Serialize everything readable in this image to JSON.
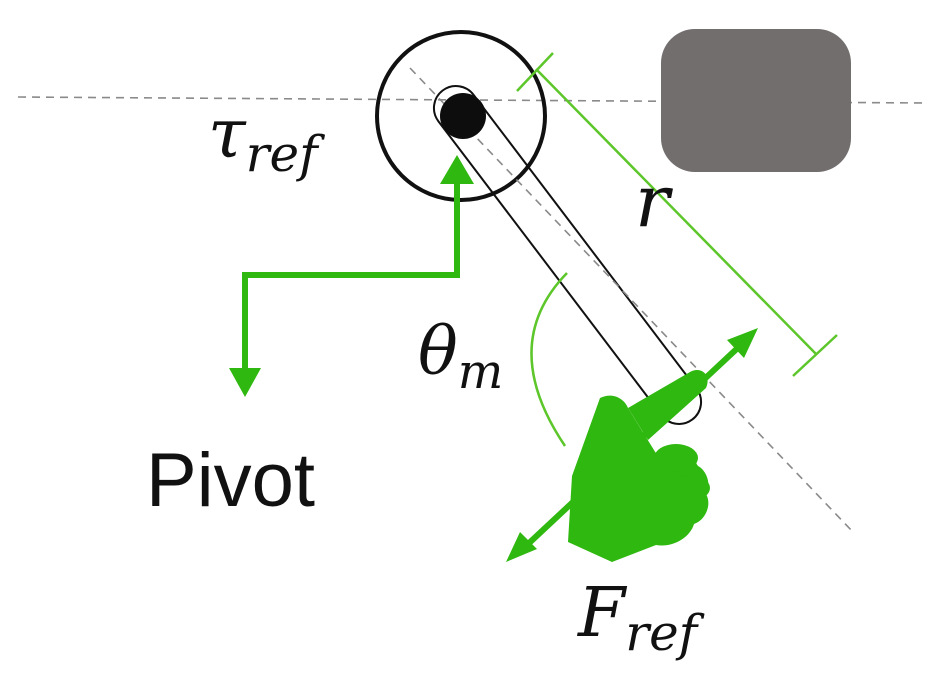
{
  "labels": {
    "torque": {
      "main": "τ",
      "sub": "ref"
    },
    "radius": {
      "main": "r"
    },
    "angle": {
      "main": "θ",
      "sub": "m"
    },
    "pivot": "Pivot",
    "force": {
      "main": "F",
      "sub": "ref"
    }
  },
  "colors": {
    "accent_green": "#2fb80f",
    "line_green": "#5cc62a",
    "obstacle": "#716e6d",
    "outline": "#111111",
    "dashed": "#8a8a8a"
  },
  "icons": {
    "hand": "pointing-hand-icon"
  }
}
